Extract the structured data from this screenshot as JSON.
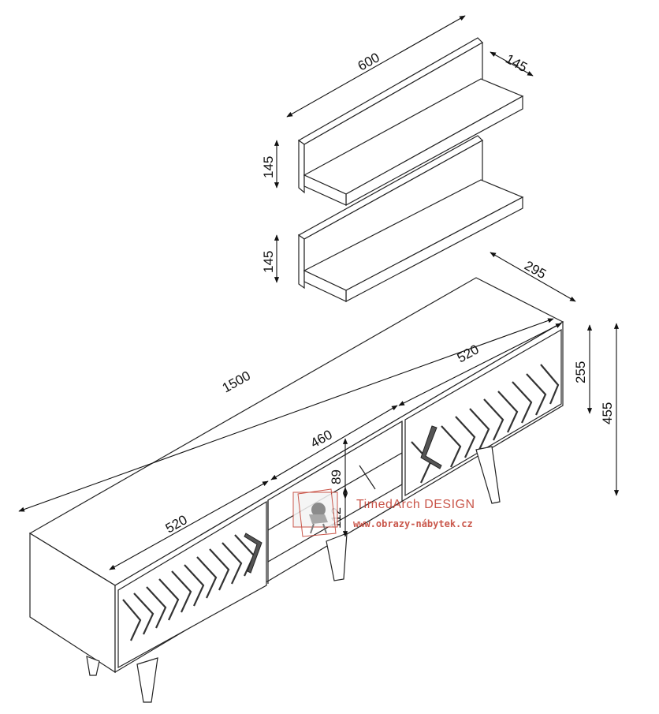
{
  "dimensions": {
    "shelf_length": "600",
    "shelf_depth": "145",
    "shelf_height_upper": "145",
    "shelf_height_lower": "145",
    "cabinet_length": "1500",
    "cabinet_depth": "295",
    "left_door_width": "520",
    "right_door_width": "520",
    "middle_width": "460",
    "middle_upper_height": "89",
    "middle_lower_height": "112",
    "body_height": "255",
    "total_height": "455"
  },
  "watermark": {
    "brand": "TimedArch DESIGN",
    "url": "www.obrazy-nábytek.cz",
    "color": "#c0392b"
  }
}
